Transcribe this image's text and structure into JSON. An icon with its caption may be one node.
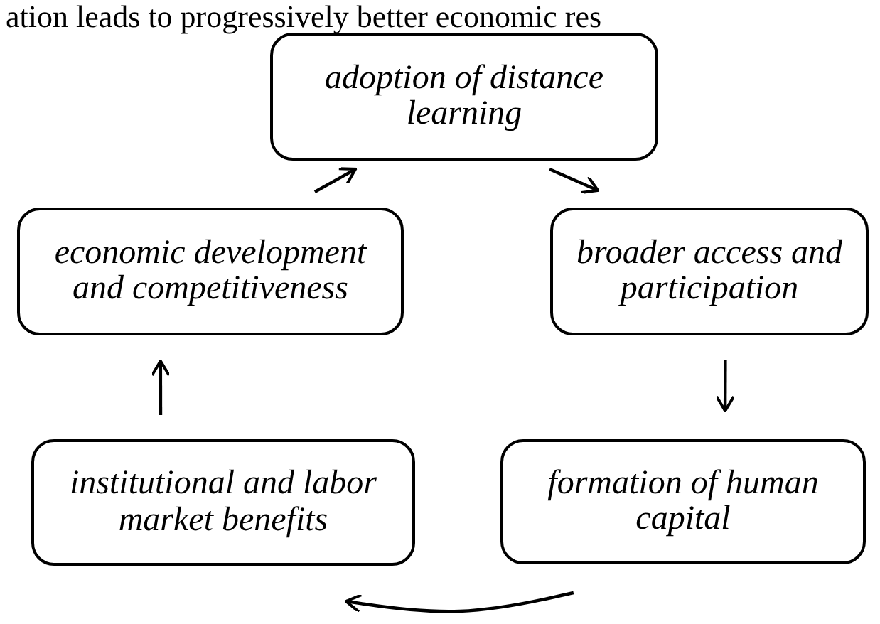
{
  "diagram": {
    "nodes": [
      {
        "text": [
          "adoption of distance learning"
        ]
      },
      {
        "text": [
          "economic development and competitiveness"
        ]
      },
      {
        "text": [
          "broader access and participation"
        ]
      },
      {
        "text": [
          "institutional and labor market benefits"
        ]
      },
      {
        "text": [
          "formation of human capital"
        ]
      }
    ],
    "edges": [
      {
        "from": 0,
        "to": 2,
        "arrow": "to"
      },
      {
        "from": 2,
        "to": 4,
        "arrow": "to"
      },
      {
        "from": 4,
        "to": 3,
        "arrow": "to"
      },
      {
        "from": 3,
        "to": 1,
        "arrow": "to"
      },
      {
        "from": 1,
        "to": 0,
        "arrow": "to"
      }
    ],
    "labels": [
      "ation leads to progressively better economic res"
    ]
  }
}
